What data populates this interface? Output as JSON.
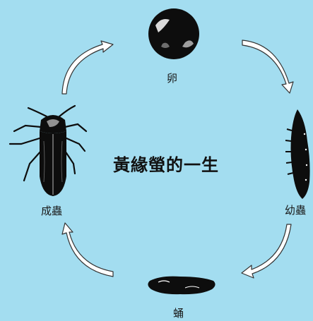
{
  "diagram": {
    "title": "黃緣螢的一生",
    "stages": {
      "egg": "卵",
      "larva": "幼蟲",
      "pupa": "蛹",
      "adult": "成蟲"
    }
  },
  "colors": {
    "background": "#a3ddf0",
    "arrow_fill": "#ffffff",
    "arrow_stroke": "#333333",
    "organism": "#0d0d0d"
  }
}
